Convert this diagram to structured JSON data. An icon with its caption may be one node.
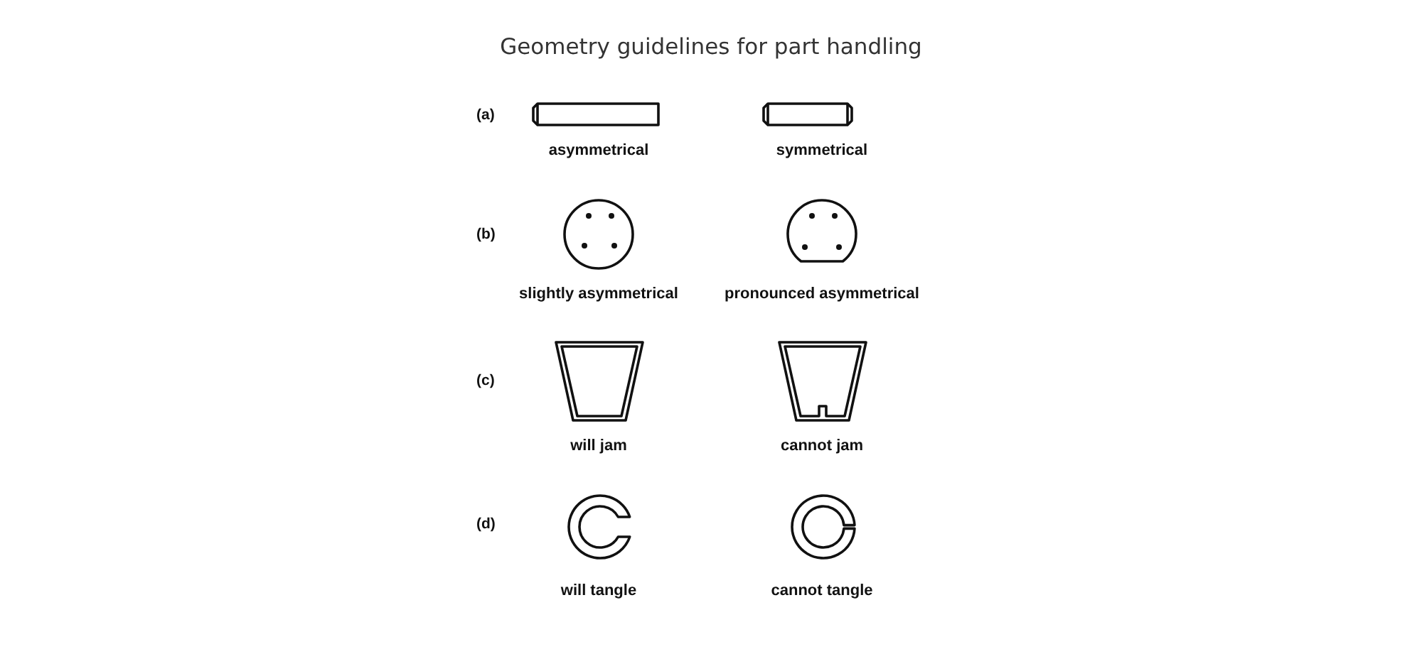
{
  "diagram": {
    "title": "Geometry guidelines for part handling",
    "labels": [
      "(a)",
      "asymmetrical",
      "symmetrical",
      "(b)",
      "slightly asymmetrical",
      "pronounced asymmetrical",
      "(c)",
      "will jam",
      "cannot jam",
      "(d)",
      "will tangle",
      "cannot tangle"
    ]
  }
}
